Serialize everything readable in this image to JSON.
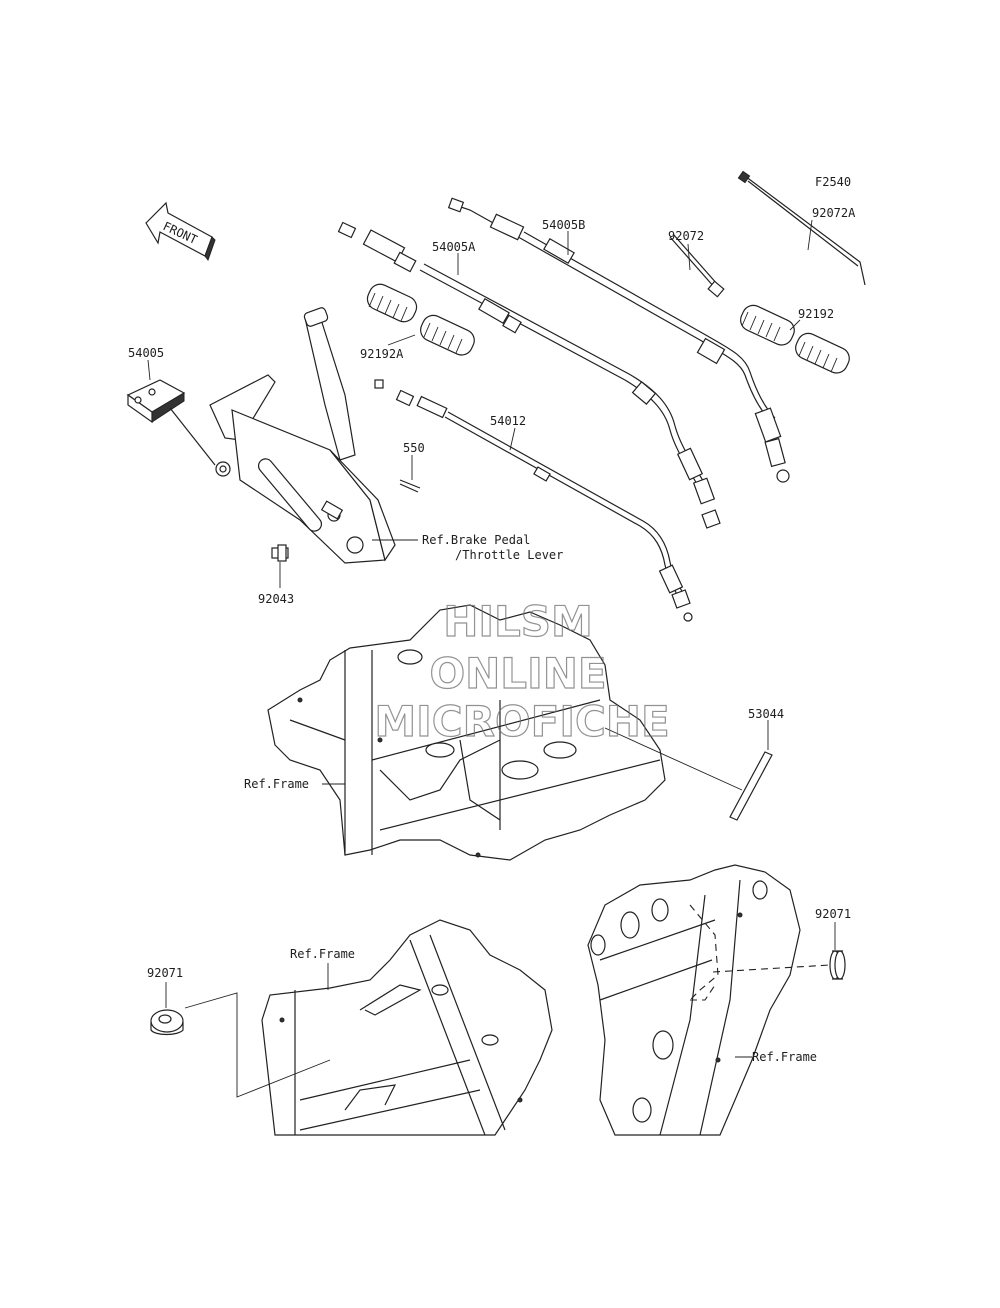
{
  "figure_code": "F2540",
  "front_arrow_label": "FRONT",
  "watermark": [
    "HILSM",
    "ONLINE",
    "MICROFICHE"
  ],
  "parts": {
    "p54005": "54005",
    "p54005A": "54005A",
    "p54005B": "54005B",
    "p92072": "92072",
    "p92072A": "92072A",
    "p92192": "92192",
    "p92192A": "92192A",
    "p54012": "54012",
    "p550": "550",
    "p92043": "92043",
    "p53044": "53044",
    "p92071_left": "92071",
    "p92071_right": "92071"
  },
  "references": {
    "brake_pedal_line1": "Ref.Brake Pedal",
    "brake_pedal_line2": "/Throttle Lever",
    "frame_mid": "Ref.Frame",
    "frame_bottom_left": "Ref.Frame",
    "frame_bottom_right": "Ref.Frame"
  }
}
